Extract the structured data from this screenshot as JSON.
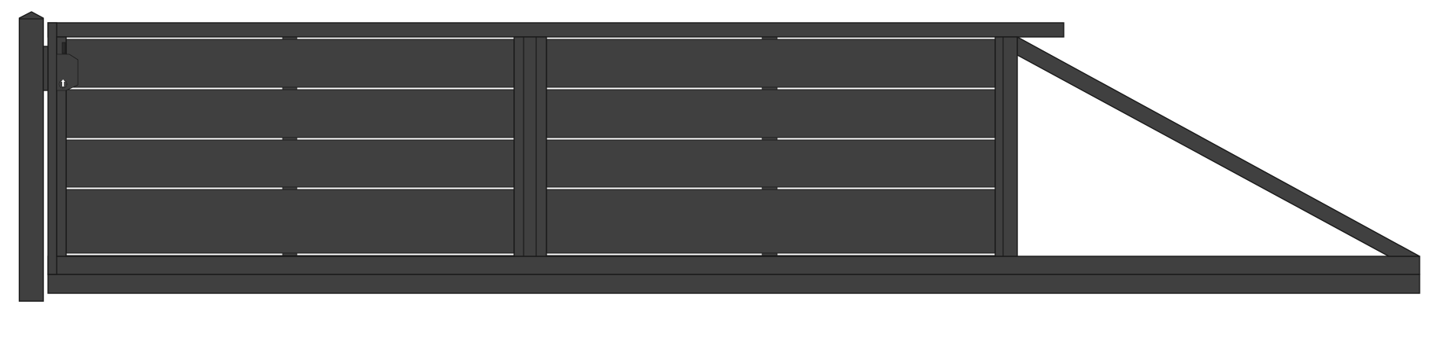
{
  "drawing": {
    "subject": "",
    "colors": {
      "metal": "#404040",
      "edge": "#1a1a1a",
      "background": "#ffffff"
    },
    "components": [
      "post",
      "post-bracket",
      "top-rail",
      "bottom-rail",
      "bottom-track",
      "left-stile",
      "middle-post",
      "right-stile",
      "diagonal-brace",
      "infill-slats",
      "lock-plate"
    ],
    "slat_rows": 4,
    "panels": 2
  }
}
